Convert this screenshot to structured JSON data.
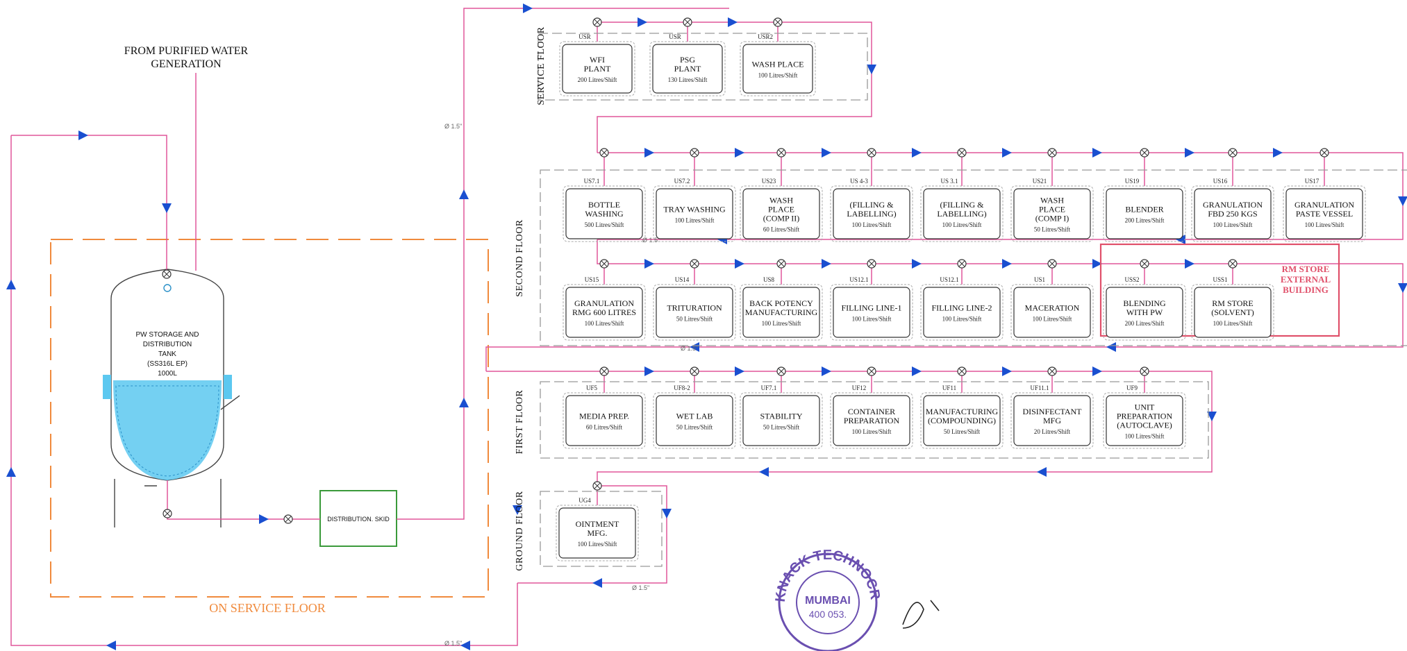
{
  "source_label": "FROM PURIFIED WATER\nGENERATION",
  "service_area_label": "ON SERVICE FLOOR",
  "tank": {
    "text": [
      "PW STORAGE AND",
      "DISTRIBUTION",
      "TANK",
      "(SS316L EP)",
      "1000L"
    ]
  },
  "skid_label": "DISTRIBUTION. SKID",
  "pipe_size": "Ø 1.5\"",
  "floors": [
    {
      "name": "SERVICE FLOOR",
      "units": [
        {
          "tag": "USR",
          "lines": [
            "WFI",
            "PLANT"
          ],
          "capacity": "200 Litres/Shift"
        },
        {
          "tag": "USR",
          "lines": [
            "PSG",
            "PLANT"
          ],
          "capacity": "130 Litres/Shift"
        },
        {
          "tag": "USR2",
          "lines": [
            "WASH PLACE"
          ],
          "capacity": "100 Litres/Shift"
        }
      ]
    },
    {
      "name": "SECOND FLOOR",
      "rows": [
        [
          {
            "tag": "US7.1",
            "lines": [
              "BOTTLE",
              "WASHING"
            ],
            "capacity": "500 Litres/Shift"
          },
          {
            "tag": "US7.2",
            "lines": [
              "TRAY WASHING"
            ],
            "capacity": "100 Litres/Shift"
          },
          {
            "tag": "US23",
            "lines": [
              "WASH",
              "PLACE",
              "(COMP II)"
            ],
            "capacity": "60 Litres/Shift"
          },
          {
            "tag": "US 4-3",
            "lines": [
              "(FILLING &",
              "LABELLING)"
            ],
            "capacity": "100 Litres/Shift"
          },
          {
            "tag": "US 3.1",
            "lines": [
              "(FILLING &",
              "LABELLING)"
            ],
            "capacity": "100 Litres/Shift"
          },
          {
            "tag": "US21",
            "lines": [
              "WASH",
              "PLACE",
              "(COMP I)"
            ],
            "capacity": "50 Litres/Shift"
          },
          {
            "tag": "US19",
            "lines": [
              "BLENDER"
            ],
            "capacity": "200 Litres/Shift"
          },
          {
            "tag": "US16",
            "lines": [
              "GRANULATION",
              "FBD 250 KGS"
            ],
            "capacity": "100 Litres/Shift"
          },
          {
            "tag": "US17",
            "lines": [
              "GRANULATION",
              "PASTE VESSEL"
            ],
            "capacity": "100 Litres/Shift"
          }
        ],
        [
          {
            "tag": "US15",
            "lines": [
              "GRANULATION",
              "RMG 600 LITRES"
            ],
            "capacity": "100 Litres/Shift"
          },
          {
            "tag": "US14",
            "lines": [
              "TRITURATION"
            ],
            "capacity": "50 Litres/Shift"
          },
          {
            "tag": "US8",
            "lines": [
              "BACK POTENCY",
              "MANUFACTURING"
            ],
            "capacity": "100 Litres/Shift"
          },
          {
            "tag": "US12.1",
            "lines": [
              "FILLING LINE-1"
            ],
            "capacity": "100 Litres/Shift"
          },
          {
            "tag": "US12.1",
            "lines": [
              "FILLING LINE-2"
            ],
            "capacity": "100 Litres/Shift"
          },
          {
            "tag": "US1",
            "lines": [
              "MACERATION"
            ],
            "capacity": "100 Litres/Shift"
          },
          {
            "tag": "USS2",
            "lines": [
              "BLENDING",
              "WITH PW"
            ],
            "capacity": "200 Litres/Shift"
          },
          {
            "tag": "USS1",
            "lines": [
              "RM STORE",
              "(SOLVENT)"
            ],
            "capacity": "100 Litres/Shift"
          }
        ]
      ],
      "external_label": [
        "RM STORE",
        "EXTERNAL",
        "BUILDING"
      ]
    },
    {
      "name": "FIRST FLOOR",
      "units": [
        {
          "tag": "UF5",
          "lines": [
            "MEDIA PREP."
          ],
          "capacity": "60 Litres/Shift"
        },
        {
          "tag": "UF8-2",
          "lines": [
            "WET LAB"
          ],
          "capacity": "50 Litres/Shift"
        },
        {
          "tag": "UF7.1",
          "lines": [
            "STABILITY"
          ],
          "capacity": "50 Litres/Shift"
        },
        {
          "tag": "UF12",
          "lines": [
            "CONTAINER",
            "PREPARATION"
          ],
          "capacity": "100 Litres/Shift"
        },
        {
          "tag": "UF11",
          "lines": [
            "MANUFACTURING",
            "(COMPOUNDING)"
          ],
          "capacity": "50 Litres/Shift"
        },
        {
          "tag": "UF11.1",
          "lines": [
            "DISINFECTANT",
            "MFG"
          ],
          "capacity": "20 Litres/Shift"
        },
        {
          "tag": "UF9",
          "lines": [
            "UNIT",
            "PREPARATION",
            "(AUTOCLAVE)"
          ],
          "capacity": "100 Litres/Shift"
        }
      ]
    },
    {
      "name": "GROUND FLOOR",
      "units": [
        {
          "tag": "UG4",
          "lines": [
            "OINTMENT",
            "MFG."
          ],
          "capacity": "100 Litres/Shift"
        }
      ]
    }
  ],
  "stamp": {
    "ring": "KNACK TECHNOCRA",
    "center": [
      "MUMBAI",
      "400 053."
    ]
  },
  "colors": {
    "pipe": "#e0569a",
    "arrow": "#1a4fd0",
    "tank": "#5cc8f0",
    "service": "#f08a3c",
    "external": "#e0506a",
    "skid": "#3a9a3a",
    "stamp": "#6a4fb0"
  }
}
